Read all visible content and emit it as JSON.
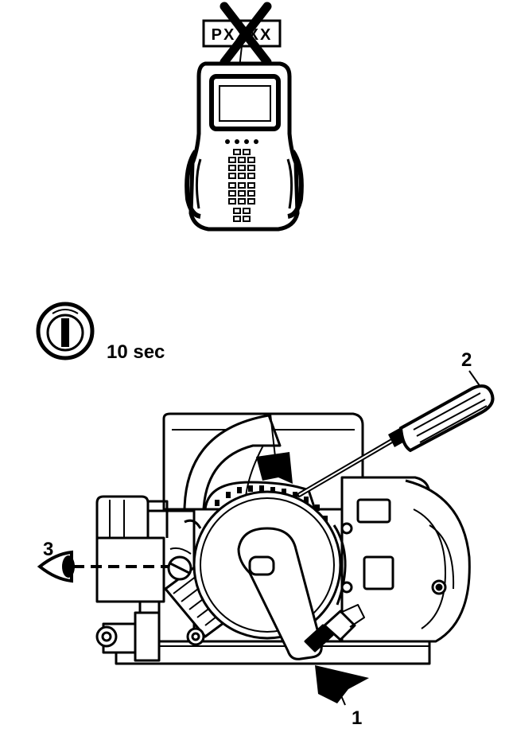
{
  "scan_tool": {
    "screen_code": "PXXXX",
    "x_mark_color": "#000000",
    "icon": "scan-tool-icon"
  },
  "ignition": {
    "icon": "ignition-key-icon",
    "duration_text": "10 sec"
  },
  "callouts": {
    "one": "1",
    "two": "2",
    "three": "3"
  },
  "colors": {
    "ink": "#000000",
    "paper": "#ffffff"
  }
}
